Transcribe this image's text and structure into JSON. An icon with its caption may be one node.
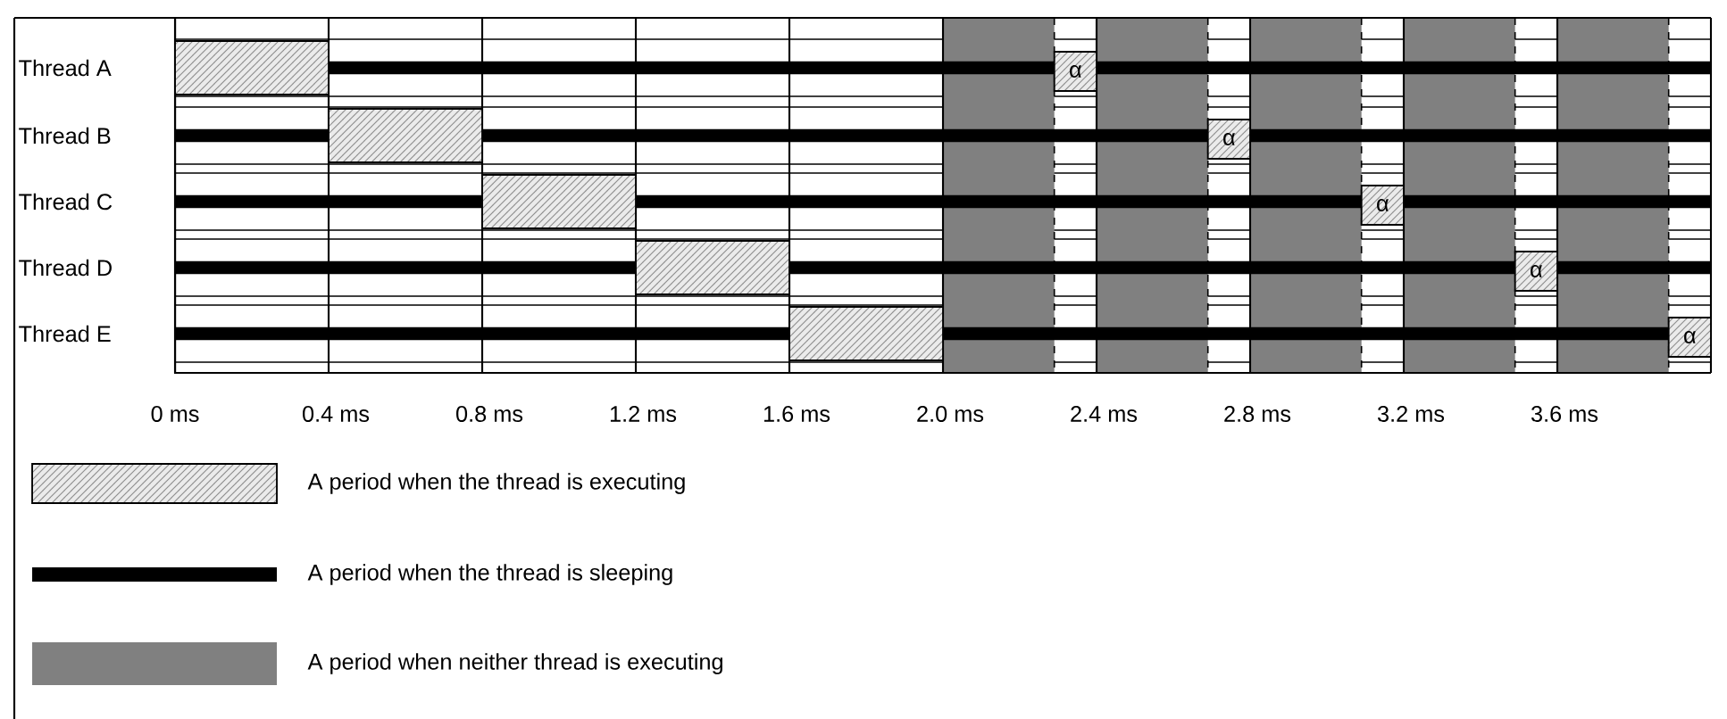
{
  "diagram": {
    "nodes": [
      {
        "text": [],
        "shape": "box"
      },
      {
        "text": [],
        "shape": "box"
      },
      {
        "text": [],
        "shape": "box"
      },
      {
        "text": [],
        "shape": "box"
      },
      {
        "text": [],
        "shape": "box"
      },
      {
        "text": [
          "α"
        ]
      },
      {
        "text": [
          "α"
        ]
      },
      {
        "text": [
          "α"
        ]
      },
      {
        "text": [
          "α"
        ]
      },
      {
        "text": [
          "α"
        ]
      },
      {
        "text": [],
        "shape": "bar"
      },
      {
        "text": [],
        "shape": "bar"
      },
      {
        "text": [],
        "shape": "bar"
      },
      {
        "text": [],
        "shape": "bar"
      },
      {
        "text": [],
        "shape": "bar"
      }
    ],
    "labels": [
      "Thread A",
      "Thread B",
      "Thread C",
      "Thread D",
      "Thread E",
      "0 ms",
      "0.4 ms",
      "0.8 ms",
      "1.2 ms",
      "1.6 ms",
      "2.0 ms",
      "2.4 ms",
      "2.8 ms",
      "3.2 ms",
      "3.6 ms"
    ],
    "legend": [
      {
        "text": "A period when the thread is executing"
      },
      {
        "text": "A period when the thread is sleeping"
      },
      {
        "text": "A period when neither thread is executing",
        "color": "#808080"
      }
    ]
  }
}
